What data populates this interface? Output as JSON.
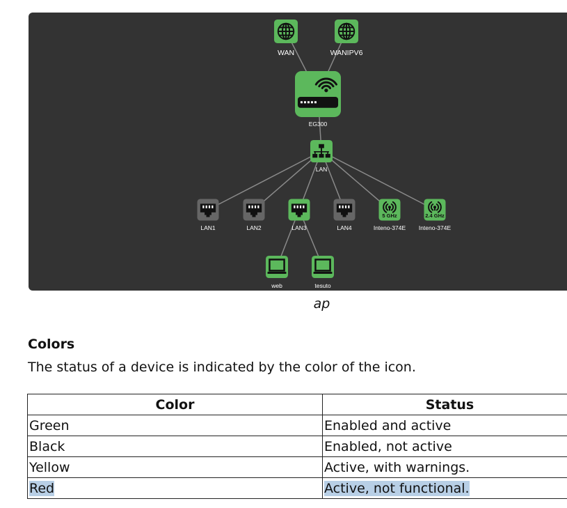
{
  "diagram": {
    "colors": {
      "background": "#333333",
      "active": "#5cb85c",
      "inactive": "#666666",
      "link": "#8a8a8a",
      "label": "#ffffff"
    },
    "nodes": [
      {
        "id": "wan",
        "label": "WAN",
        "icon": "globe-icon",
        "status": "active"
      },
      {
        "id": "wanipv6",
        "label": "WANIPV6",
        "icon": "globe-icon",
        "status": "active"
      },
      {
        "id": "eg300",
        "label": "EG300",
        "icon": "router-wifi-icon",
        "status": "active"
      },
      {
        "id": "lan",
        "label": "LAN",
        "icon": "network-switch-icon",
        "status": "active"
      },
      {
        "id": "lan1",
        "label": "LAN1",
        "icon": "ethernet-port-icon",
        "status": "inactive"
      },
      {
        "id": "lan2",
        "label": "LAN2",
        "icon": "ethernet-port-icon",
        "status": "inactive"
      },
      {
        "id": "lan3",
        "label": "LAN3",
        "icon": "ethernet-port-icon",
        "status": "active"
      },
      {
        "id": "lan4",
        "label": "LAN4",
        "icon": "ethernet-port-icon",
        "status": "inactive"
      },
      {
        "id": "wifi5",
        "label": "Inteno-374E",
        "icon": "wireless-antenna-icon",
        "band": "5 GHz",
        "status": "active"
      },
      {
        "id": "wifi24",
        "label": "Inteno-374E",
        "icon": "wireless-antenna-icon",
        "band": "2.4 GHz",
        "status": "active"
      },
      {
        "id": "web",
        "label": "web",
        "icon": "laptop-icon",
        "status": "active"
      },
      {
        "id": "tesuto",
        "label": "tesuto",
        "icon": "laptop-icon",
        "status": "active"
      }
    ],
    "links": [
      [
        "wan",
        "eg300"
      ],
      [
        "wanipv6",
        "eg300"
      ],
      [
        "eg300",
        "lan"
      ],
      [
        "lan",
        "lan1"
      ],
      [
        "lan",
        "lan2"
      ],
      [
        "lan",
        "lan3"
      ],
      [
        "lan",
        "lan4"
      ],
      [
        "lan",
        "wifi5"
      ],
      [
        "lan",
        "wifi24"
      ],
      [
        "lan3",
        "web"
      ],
      [
        "lan3",
        "tesuto"
      ]
    ],
    "caption": "ap"
  },
  "section": {
    "title": "Colors",
    "intro": "The status of a device is indicated by the color of the icon."
  },
  "table": {
    "headers": [
      "Color",
      "Status"
    ],
    "rows": [
      [
        "Green",
        "Enabled and active"
      ],
      [
        "Black",
        "Enabled, not active"
      ],
      [
        "Yellow",
        "Active, with warnings."
      ],
      [
        "Red",
        "Active, not functional."
      ]
    ]
  }
}
